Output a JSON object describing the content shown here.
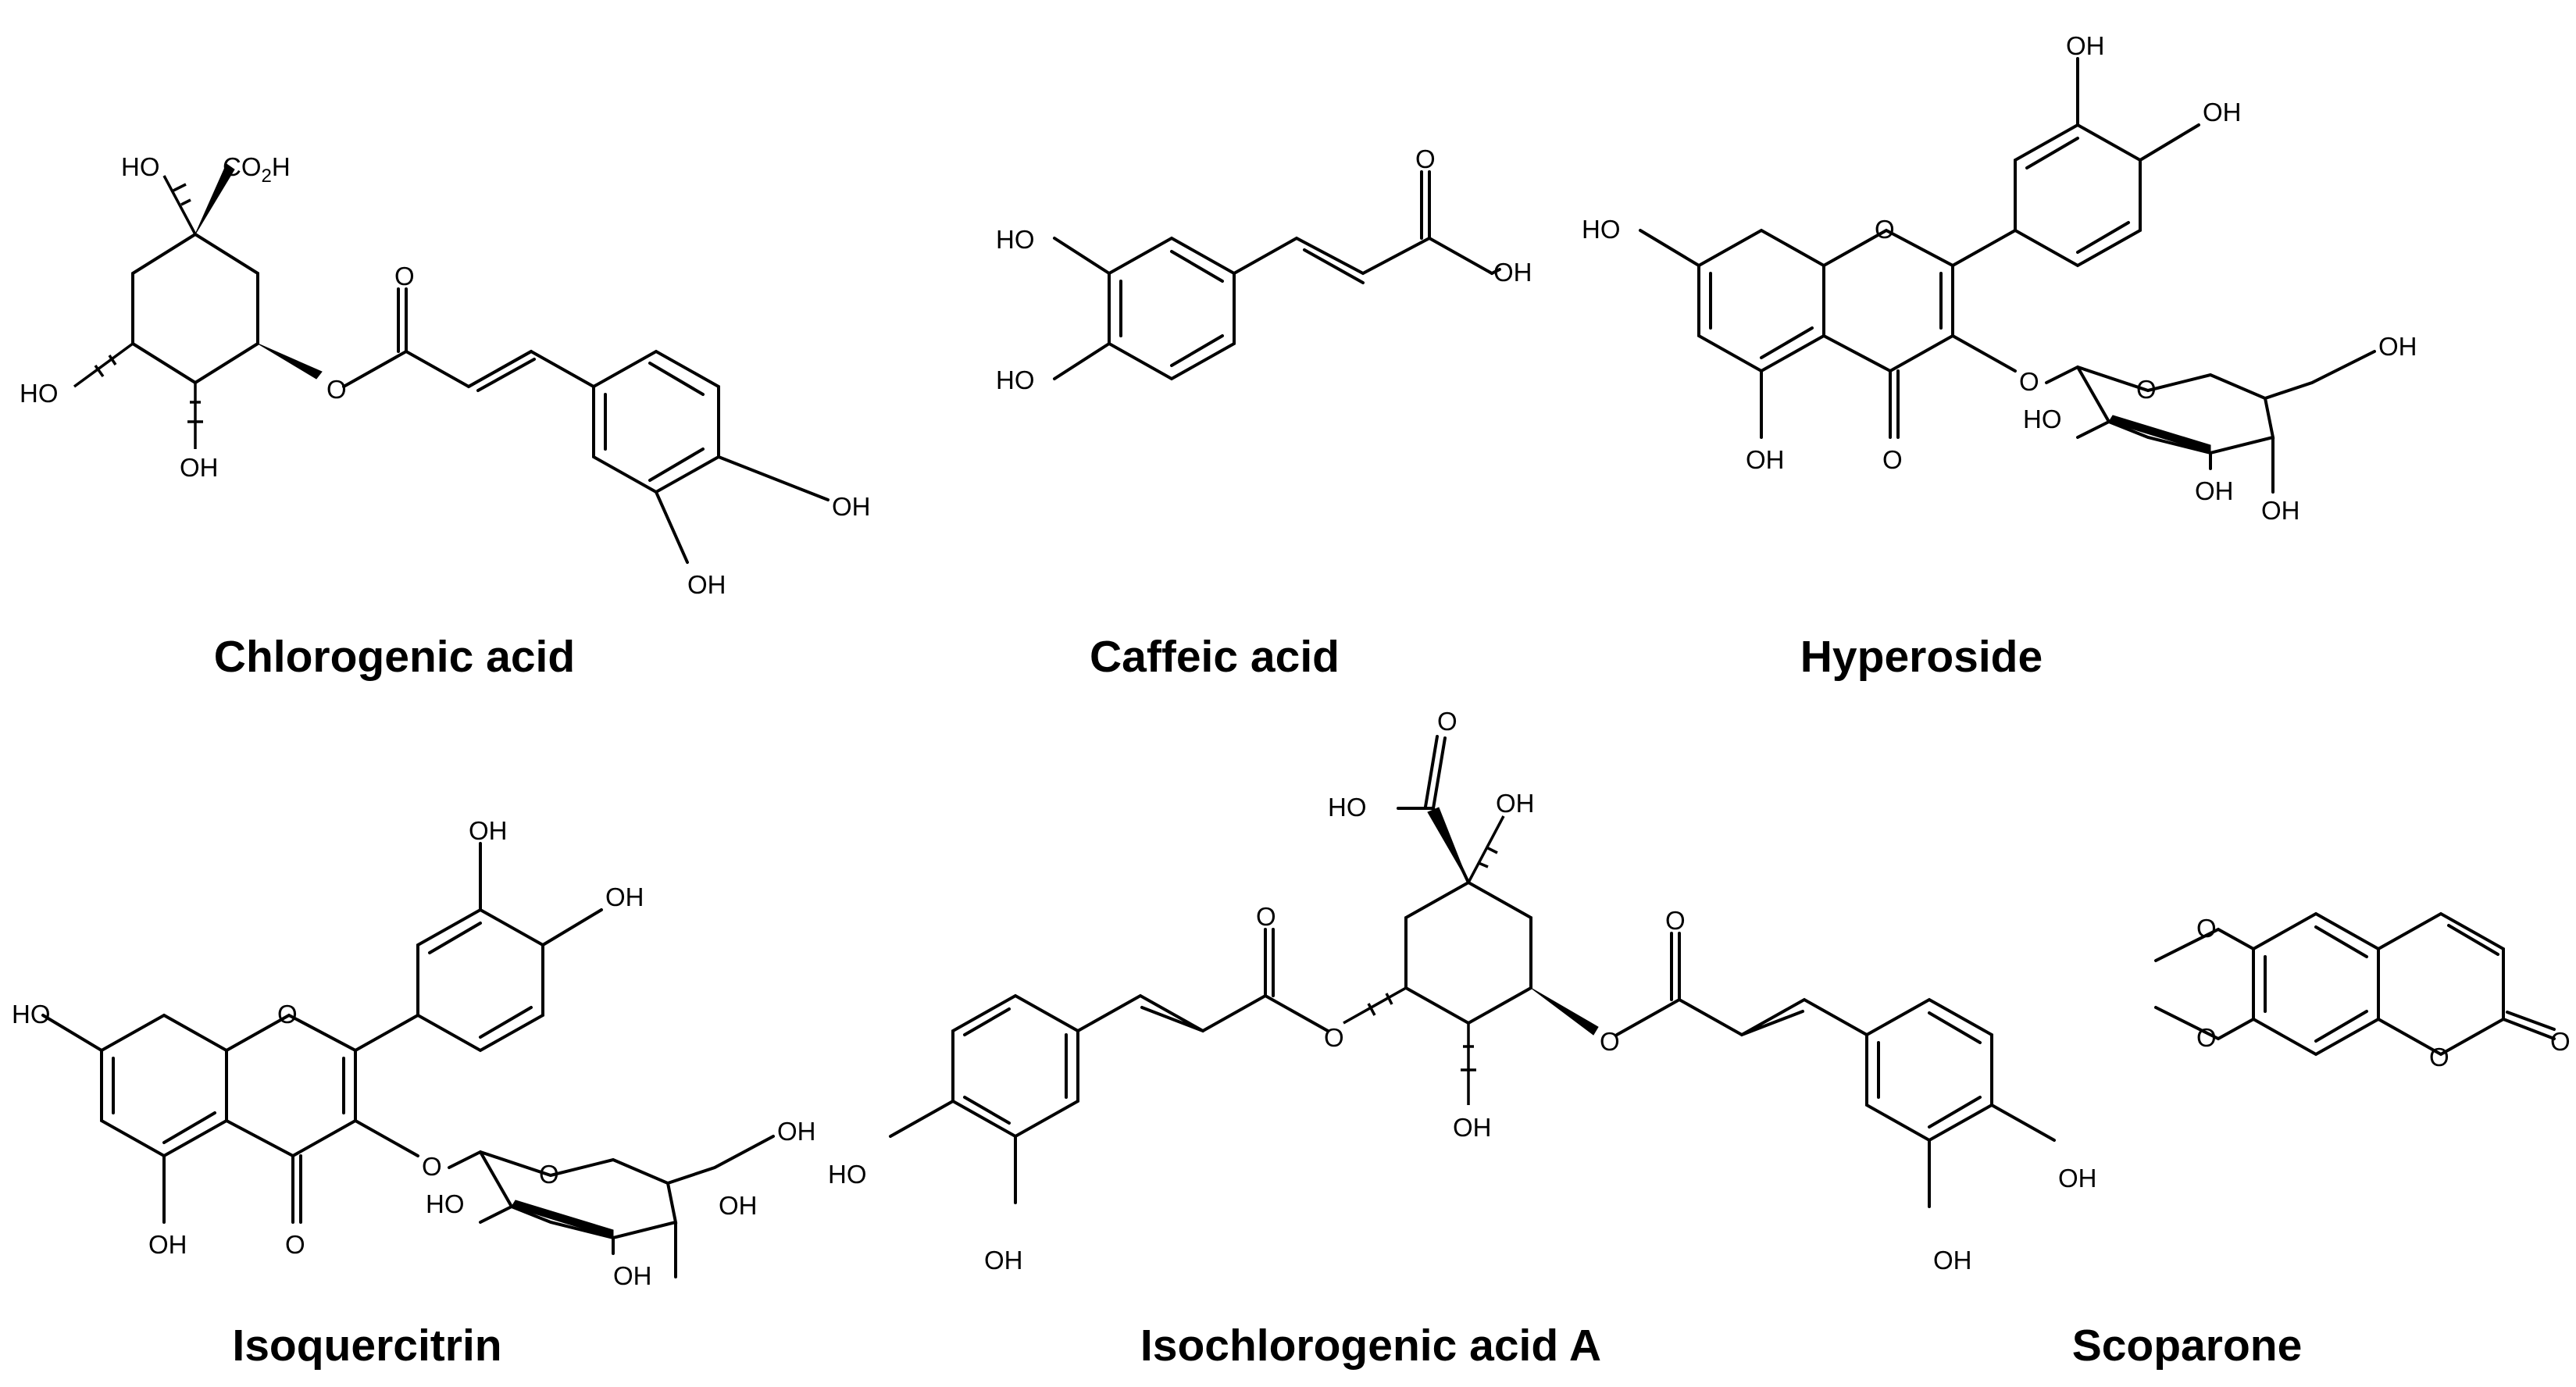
{
  "figure": {
    "compounds": [
      {
        "id": "chlorogenic-acid",
        "name": "Chlorogenic acid",
        "labels": {
          "ho_top": "HO",
          "co2h": "CO",
          "co2h_sub": "2",
          "co2h_h": "H",
          "ho_left": "HO",
          "oh_bottom": "OH",
          "o_ester": "O",
          "o_carbonyl": "O",
          "oh_ring_right": "OH",
          "oh_ring_bottom": "OH"
        }
      },
      {
        "id": "caffeic-acid",
        "name": "Caffeic acid",
        "labels": {
          "ho_1": "HO",
          "ho_2": "HO",
          "o_carbonyl": "O",
          "oh_acid": "OH"
        }
      },
      {
        "id": "hyperoside",
        "name": "Hyperoside",
        "labels": {
          "oh_top": "OH",
          "oh_top_right": "OH",
          "ho_left": "HO",
          "o_ring": "O",
          "oh_5": "OH",
          "o_keto": "O",
          "o_link": "O",
          "o_sugar": "O",
          "oh_ch2": "OH",
          "ho_sugar": "HO",
          "oh_sugar_1": "OH",
          "oh_sugar_2": "OH"
        }
      },
      {
        "id": "isoquercitrin",
        "name": "Isoquercitrin",
        "labels": {
          "oh_top": "OH",
          "oh_top_right": "OH",
          "ho_left": "HO",
          "o_ring": "O",
          "oh_5": "OH",
          "o_keto": "O",
          "o_link": "O",
          "o_sugar": "O",
          "oh_ch2": "OH",
          "ho_sugar": "HO",
          "oh_sugar_1": "OH",
          "oh_sugar_2": "OH"
        }
      },
      {
        "id": "isochlorogenic-acid-a",
        "name": "Isochlorogenic acid A",
        "labels": {
          "o_acid": "O",
          "ho_acid": "HO",
          "oh_top": "OH",
          "o_left_carbonyl": "O",
          "o_left_ester": "O",
          "o_right_carbonyl": "O",
          "o_right_ester": "O",
          "oh_center": "OH",
          "ho_left_ring": "HO",
          "oh_left_ring": "OH",
          "oh_right_ring_1": "OH",
          "oh_right_ring_2": "OH"
        }
      },
      {
        "id": "scoparone",
        "name": "Scoparone",
        "labels": {
          "o_methoxy_1": "O",
          "o_methoxy_2": "O",
          "o_ring": "O",
          "o_carbonyl": "O"
        }
      }
    ]
  },
  "colors": {
    "ink": "#000000",
    "background": "#ffffff"
  }
}
